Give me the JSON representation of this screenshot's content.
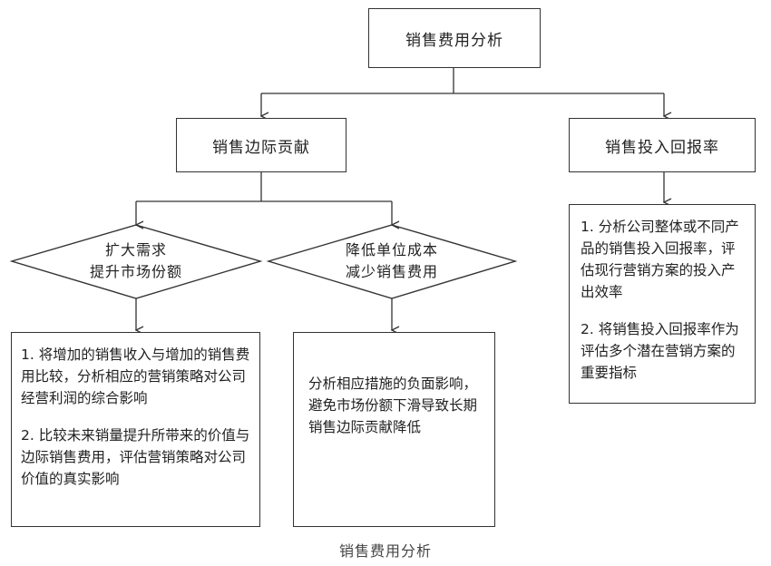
{
  "root": {
    "label": "销售费用分析"
  },
  "branch_left": {
    "label": "销售边际贡献"
  },
  "branch_right": {
    "label": "销售投入回报率"
  },
  "decision_expand": {
    "line1": "扩大需求",
    "line2": "提升市场份额"
  },
  "decision_reduce": {
    "line1": "降低单位成本",
    "line2": "减少销售费用"
  },
  "box_expand": {
    "item1": "1. 将增加的销售收入与增加的销售费用比较，分析相应的营销策略对公司经营利润的综合影响",
    "item2": "2. 比较未来销量提升所带来的价值与边际销售费用，评估营销策略对公司价值的真实影响"
  },
  "box_reduce": {
    "text": "分析相应措施的负面影响，避免市场份额下滑导致长期销售边际贡献降低"
  },
  "box_roi": {
    "item1": "1. 分析公司整体或不同产品的销售投入回报率，评估现行营销方案的投入产出效率",
    "item2": "2. 将销售投入回报率作为评估多个潜在营销方案的重要指标"
  },
  "caption": "销售费用分析"
}
